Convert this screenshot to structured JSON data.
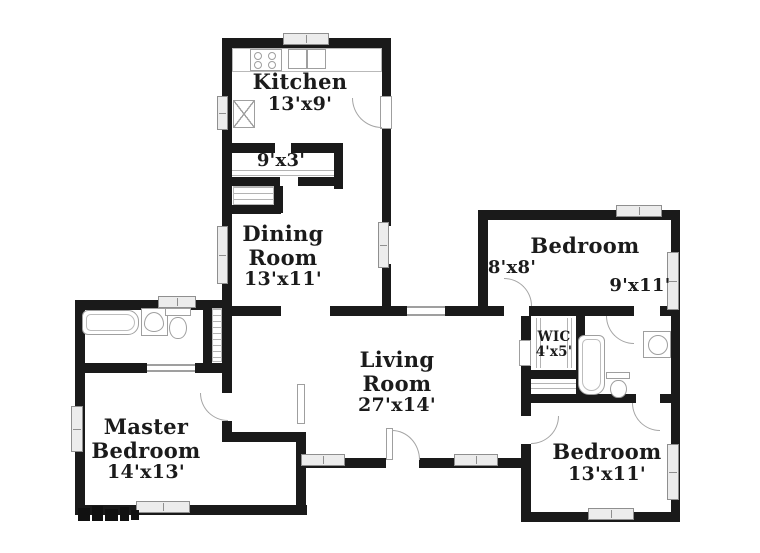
{
  "plan_title": "floor-plan",
  "rooms": {
    "kitchen": {
      "line1": "Kitchen",
      "line2": "13'x9'"
    },
    "nook": {
      "dims": "9'x3'"
    },
    "dining": {
      "line1": "Dining",
      "line2": "Room",
      "line3": "13'x11'"
    },
    "bedroom_ne": {
      "name": "Bedroom",
      "dims_alcove": "8'x8'",
      "dims_main": "9'x11'"
    },
    "wic": {
      "line1": "WIC",
      "line2": "4'x5'"
    },
    "living": {
      "line1": "Living",
      "line2": "Room",
      "line3": "27'x14'"
    },
    "master": {
      "line1": "Master",
      "line2": "Bedroom",
      "line3": "14'x13'"
    },
    "bedroom_se": {
      "line1": "Bedroom",
      "line2": "13'x11'"
    }
  },
  "fixtures": {
    "kitchen": [
      "stove-icon",
      "double-sink-icon",
      "counter",
      "pantry-cabinet-icon"
    ],
    "bath_left": [
      "bathtub-icon",
      "pedestal-sink-icon",
      "toilet-icon"
    ],
    "bath_right": [
      "bathtub-icon",
      "toilet-icon",
      "vanity-sink-icon"
    ],
    "storage": [
      "wic-shelves",
      "hall-closet-shelves",
      "linen-closet-shelves"
    ]
  },
  "colors": {
    "wall": "#1a1a1a",
    "fixture_stroke": "#9f9f9f",
    "window_fill": "#ececec",
    "text": "#1b1b1b",
    "background": "#ffffff"
  }
}
